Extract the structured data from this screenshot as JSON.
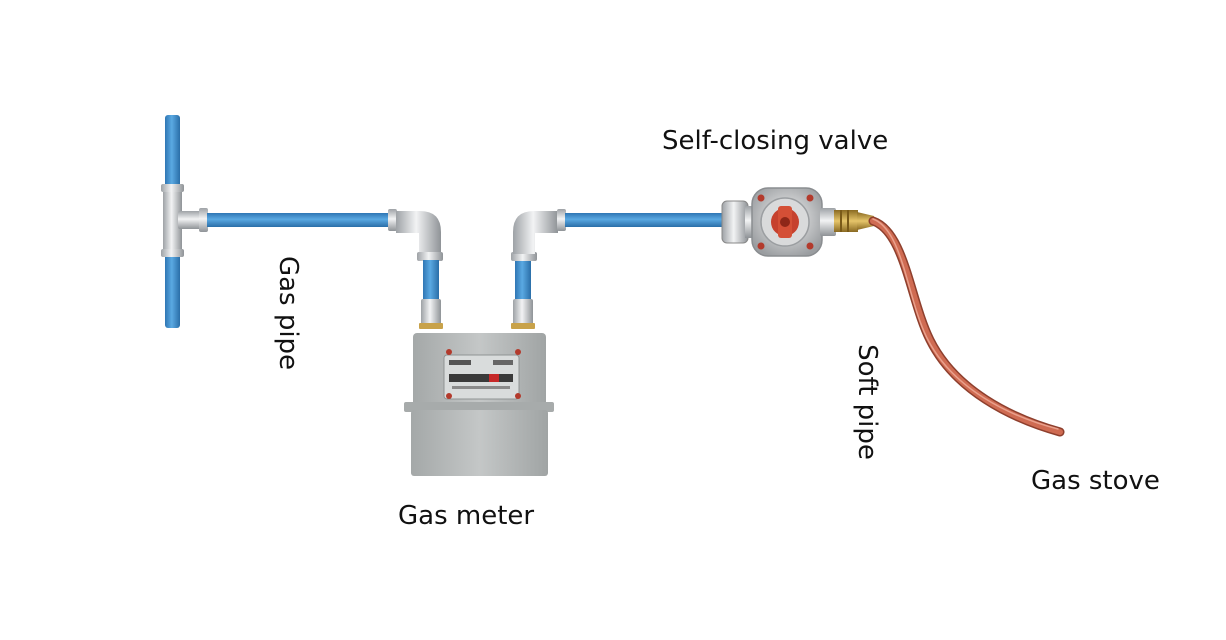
{
  "labels": {
    "self_closing_valve": "Self-closing valve",
    "gas_pipe": "Gas pipe",
    "gas_meter": "Gas meter",
    "soft_pipe": "Soft pipe",
    "gas_stove": "Gas stove"
  },
  "colors": {
    "pipe_blue": "#3f8fcf",
    "pipe_blue_dark": "#2a6ea8",
    "fitting_silver": "#c9ccd0",
    "meter_body": "#b9bcbc",
    "soft_pipe": "#cf6b52",
    "valve_knob": "#c6412e",
    "brass": "#c8a24a"
  },
  "icons": [
    "t-junction-icon",
    "gas-meter-icon",
    "self-closing-valve-icon",
    "elbow-fitting-icon"
  ]
}
